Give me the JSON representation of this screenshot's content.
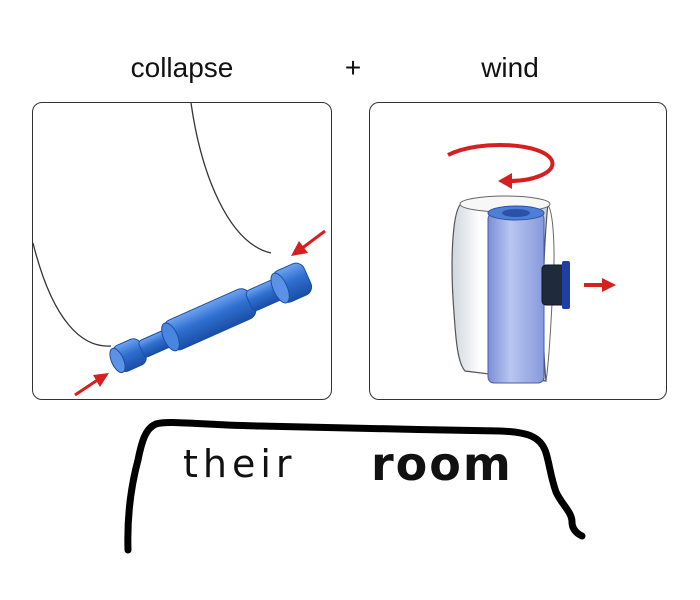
{
  "captions": {
    "left": "collapse",
    "operator": "+",
    "right": "wind"
  },
  "handwritten": {
    "word1": "their",
    "word2": "room"
  },
  "colors": {
    "part_blue": "#2f6fd0",
    "arrow_red": "#d42020",
    "roll_blue": "#9fb2e6",
    "outline": "#333333"
  },
  "icons": {
    "left_panel": [
      "rope-curve",
      "collapsible-tube",
      "compress-arrow-left",
      "compress-arrow-right"
    ],
    "right_panel": [
      "rotation-arrow",
      "roll-holder",
      "blue-roll",
      "side-plug",
      "pull-arrow"
    ]
  }
}
